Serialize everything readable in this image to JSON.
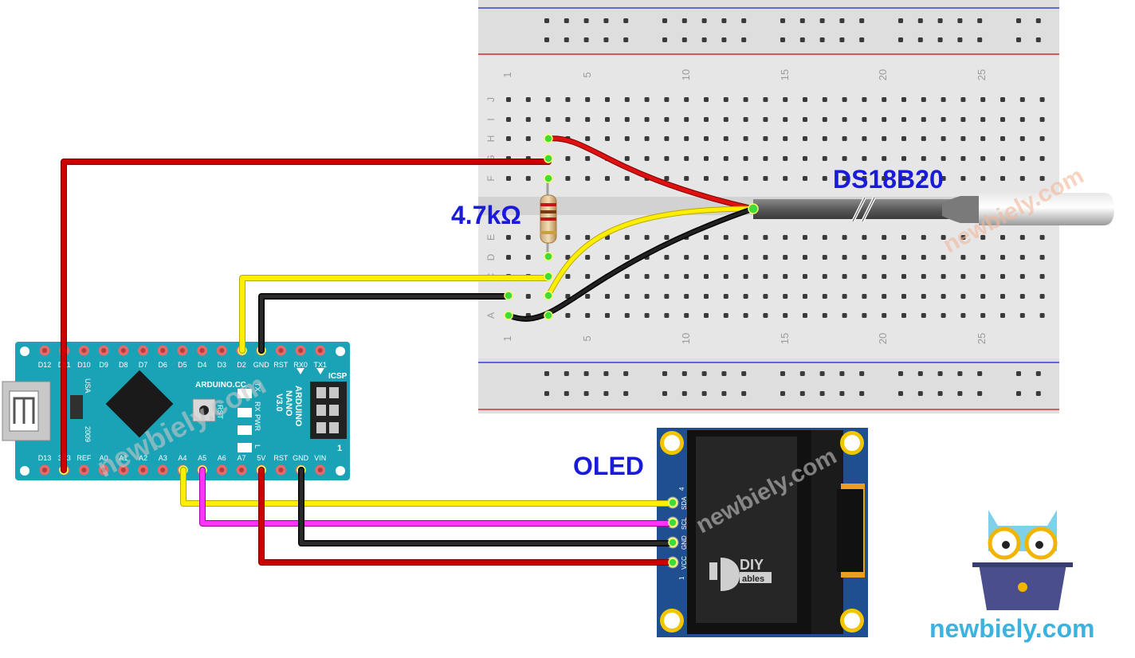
{
  "breadboard": {
    "row_letters_top": [
      "J",
      "I",
      "H",
      "G",
      "F"
    ],
    "row_letters_bottom": [
      "E",
      "D",
      "C",
      "B",
      "A"
    ],
    "column_numbers": [
      "1",
      "5",
      "10",
      "15",
      "20",
      "25"
    ]
  },
  "labels": {
    "resistor": "4.7kΩ",
    "sensor": "DS18B20",
    "oled": "OLED"
  },
  "arduino": {
    "top_pins": [
      "D12",
      "D11",
      "D10",
      "D9",
      "D8",
      "D7",
      "D6",
      "D5",
      "D4",
      "D3",
      "D2",
      "GND",
      "RST",
      "RX0",
      "TX1"
    ],
    "bottom_pins": [
      "D13",
      "3V3",
      "REF",
      "A0",
      "A1",
      "A2",
      "A3",
      "A4",
      "A5",
      "A6",
      "A7",
      "5V",
      "RST",
      "GND",
      "VIN"
    ],
    "board_text": [
      "ARDUINO",
      "NANO",
      "V3.0"
    ],
    "brand": "ARDUINO.CC",
    "icsp": "ICSP",
    "leds": [
      "TX",
      "RX",
      "PWR",
      "L"
    ],
    "reset": "RST",
    "usa": "USA",
    "year": "2009",
    "icsp_pin1": "1"
  },
  "oled_module": {
    "pins": [
      "SDA",
      "SCL",
      "GND",
      "VCC"
    ],
    "pin_first": "4",
    "pin_last": "1",
    "logo_top": "DIY",
    "logo_bottom": "ables"
  },
  "watermark": {
    "text": "newbiely.com",
    "brand": "newbiely.com"
  },
  "colors": {
    "wire_red": "#cc0000",
    "wire_black": "#111111",
    "wire_yellow": "#ffee00",
    "wire_magenta": "#ff33ff",
    "label_blue": "#1a1adb",
    "arduino_teal": "#1aa3b6",
    "oled_blue": "#1f4f8f",
    "brand_cyan": "#3bb3de"
  }
}
